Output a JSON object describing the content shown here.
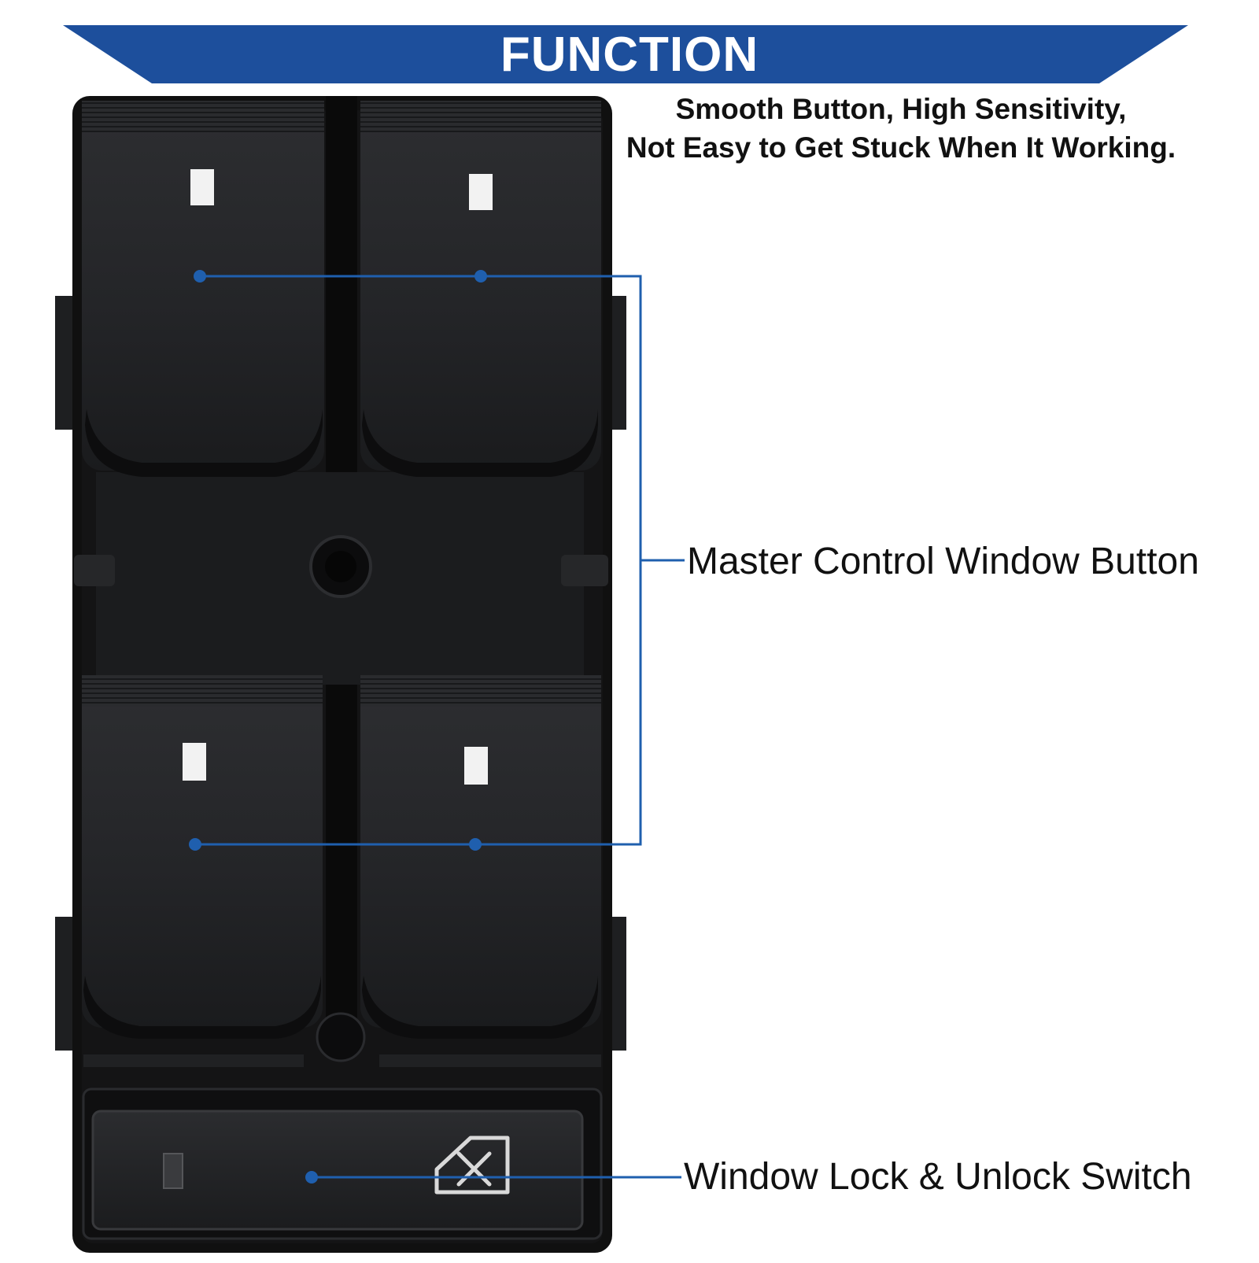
{
  "banner": {
    "title": "FUNCTION"
  },
  "feature": {
    "line1": "Smooth Button, High Sensitivity,",
    "line2": "Not Easy to Get Stuck When It Working."
  },
  "callouts": {
    "master": "Master Control Window Button",
    "lock": "Window Lock & Unlock Switch"
  },
  "colors": {
    "banner": "#1d4f9c",
    "leader": "#1f5fae",
    "switch_body": "#101010",
    "paddle": "#232427",
    "indicator": "#f2f2f2"
  }
}
